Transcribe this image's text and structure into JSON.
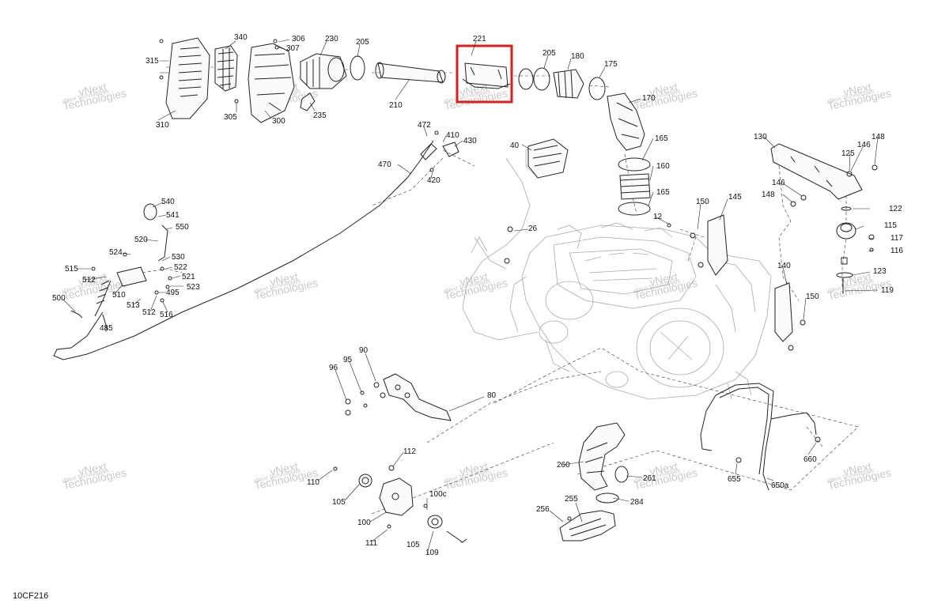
{
  "drawing_code": "10CF216",
  "watermark_lines": [
    "vNext",
    "Technologies"
  ],
  "watermark_caption": "vNext Technologies",
  "highlight_color": "#e01b1b",
  "callouts": [
    {
      "text": "315"
    },
    {
      "text": "340"
    },
    {
      "text": "306"
    },
    {
      "text": "307"
    },
    {
      "text": "230"
    },
    {
      "text": "205"
    },
    {
      "text": "221"
    },
    {
      "text": "205"
    },
    {
      "text": "180"
    },
    {
      "text": "175"
    },
    {
      "text": "170"
    },
    {
      "text": "210"
    },
    {
      "text": "310"
    },
    {
      "text": "305"
    },
    {
      "text": "300"
    },
    {
      "text": "235"
    },
    {
      "text": "472"
    },
    {
      "text": "410"
    },
    {
      "text": "430"
    },
    {
      "text": "420"
    },
    {
      "text": "470"
    },
    {
      "text": "40"
    },
    {
      "text": "165"
    },
    {
      "text": "160"
    },
    {
      "text": "165"
    },
    {
      "text": "130"
    },
    {
      "text": "148"
    },
    {
      "text": "146"
    },
    {
      "text": "125"
    },
    {
      "text": "146"
    },
    {
      "text": "148"
    },
    {
      "text": "122"
    },
    {
      "text": "115"
    },
    {
      "text": "117"
    },
    {
      "text": "116"
    },
    {
      "text": "123"
    },
    {
      "text": "119"
    },
    {
      "text": "150"
    },
    {
      "text": "145"
    },
    {
      "text": "12"
    },
    {
      "text": "26"
    },
    {
      "text": "140"
    },
    {
      "text": "150"
    },
    {
      "text": "540"
    },
    {
      "text": "541"
    },
    {
      "text": "550"
    },
    {
      "text": "520"
    },
    {
      "text": "524"
    },
    {
      "text": "530"
    },
    {
      "text": "522"
    },
    {
      "text": "521"
    },
    {
      "text": "523"
    },
    {
      "text": "515"
    },
    {
      "text": "512"
    },
    {
      "text": "510"
    },
    {
      "text": "495"
    },
    {
      "text": "500"
    },
    {
      "text": "513"
    },
    {
      "text": "512"
    },
    {
      "text": "516"
    },
    {
      "text": "485"
    },
    {
      "text": "90"
    },
    {
      "text": "95"
    },
    {
      "text": "96"
    },
    {
      "text": "80"
    },
    {
      "text": "112"
    },
    {
      "text": "110"
    },
    {
      "text": "105"
    },
    {
      "text": "100c"
    },
    {
      "text": "100"
    },
    {
      "text": "111"
    },
    {
      "text": "105"
    },
    {
      "text": "109"
    },
    {
      "text": "260"
    },
    {
      "text": "261"
    },
    {
      "text": "255"
    },
    {
      "text": "256"
    },
    {
      "text": "284"
    },
    {
      "text": "655"
    },
    {
      "text": "650a"
    },
    {
      "text": "660"
    }
  ]
}
